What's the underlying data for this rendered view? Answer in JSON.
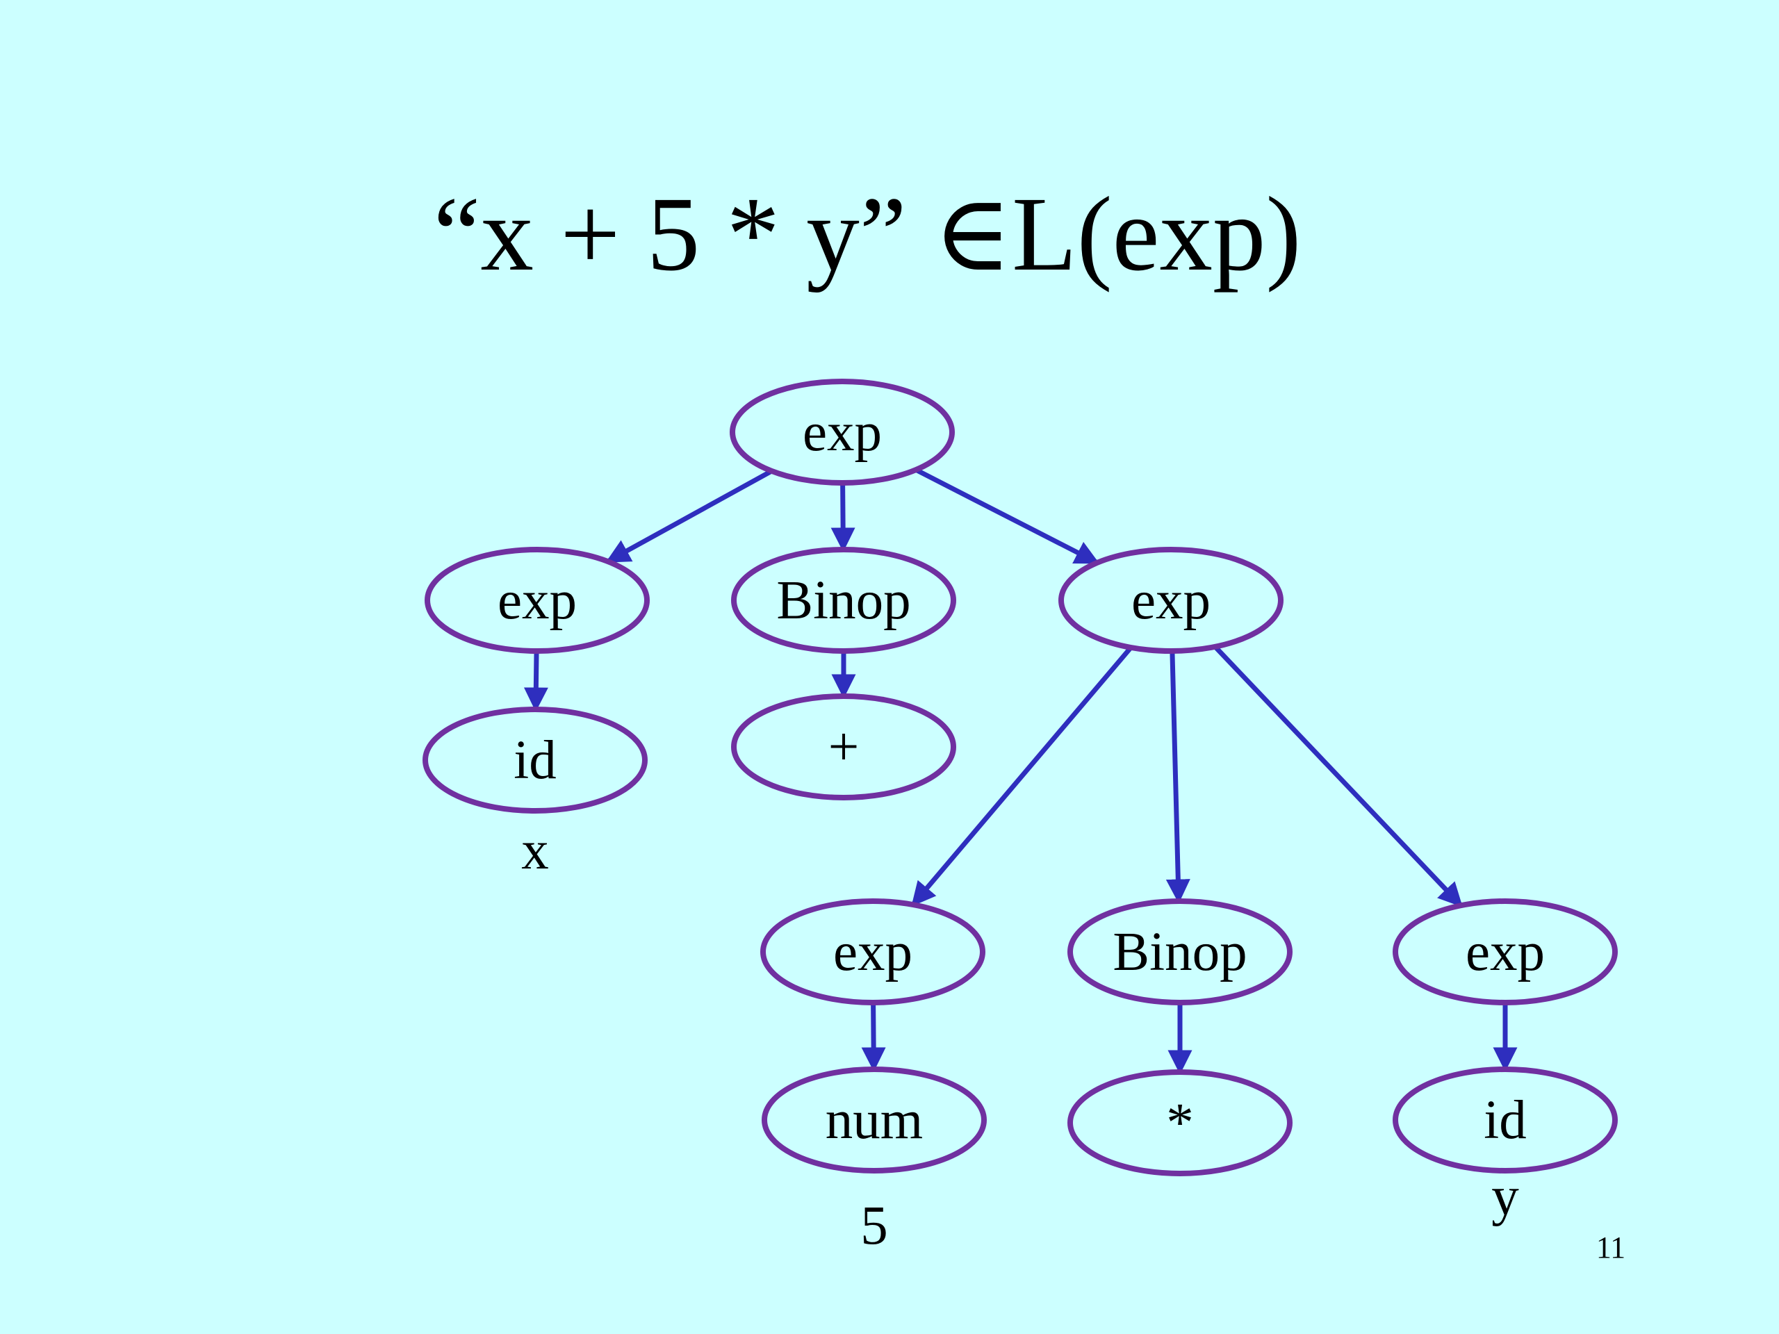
{
  "slide": {
    "title": "“x + 5 * y” ∈L(exp)",
    "page_number": "11",
    "colors": {
      "background": "#ccffff",
      "node_border": "#7030a0",
      "edge": "#2e2ebe",
      "text": "#000000"
    }
  },
  "tree": {
    "nodes": [
      {
        "id": "root",
        "label": "exp"
      },
      {
        "id": "left-exp",
        "label": "exp"
      },
      {
        "id": "binop-plus",
        "label": "Binop"
      },
      {
        "id": "right-exp",
        "label": "exp"
      },
      {
        "id": "id-x",
        "label": "id"
      },
      {
        "id": "plus-op",
        "label": "+"
      },
      {
        "id": "num-exp",
        "label": "exp"
      },
      {
        "id": "binop-mul",
        "label": "Binop"
      },
      {
        "id": "y-exp",
        "label": "exp"
      },
      {
        "id": "num",
        "label": "num"
      },
      {
        "id": "mul-op",
        "label": "*"
      },
      {
        "id": "id-y",
        "label": "id"
      }
    ],
    "edges": [
      {
        "from": "root",
        "to": "left-exp"
      },
      {
        "from": "root",
        "to": "binop-plus"
      },
      {
        "from": "root",
        "to": "right-exp"
      },
      {
        "from": "left-exp",
        "to": "id-x"
      },
      {
        "from": "binop-plus",
        "to": "plus-op"
      },
      {
        "from": "right-exp",
        "to": "num-exp"
      },
      {
        "from": "right-exp",
        "to": "binop-mul"
      },
      {
        "from": "right-exp",
        "to": "y-exp"
      },
      {
        "from": "num-exp",
        "to": "num"
      },
      {
        "from": "binop-mul",
        "to": "mul-op"
      },
      {
        "from": "y-exp",
        "to": "id-y"
      }
    ],
    "leaf_values": [
      {
        "under": "id-x",
        "label": "x"
      },
      {
        "under": "num",
        "label": "5"
      },
      {
        "under": "id-y",
        "label": "y"
      }
    ]
  }
}
